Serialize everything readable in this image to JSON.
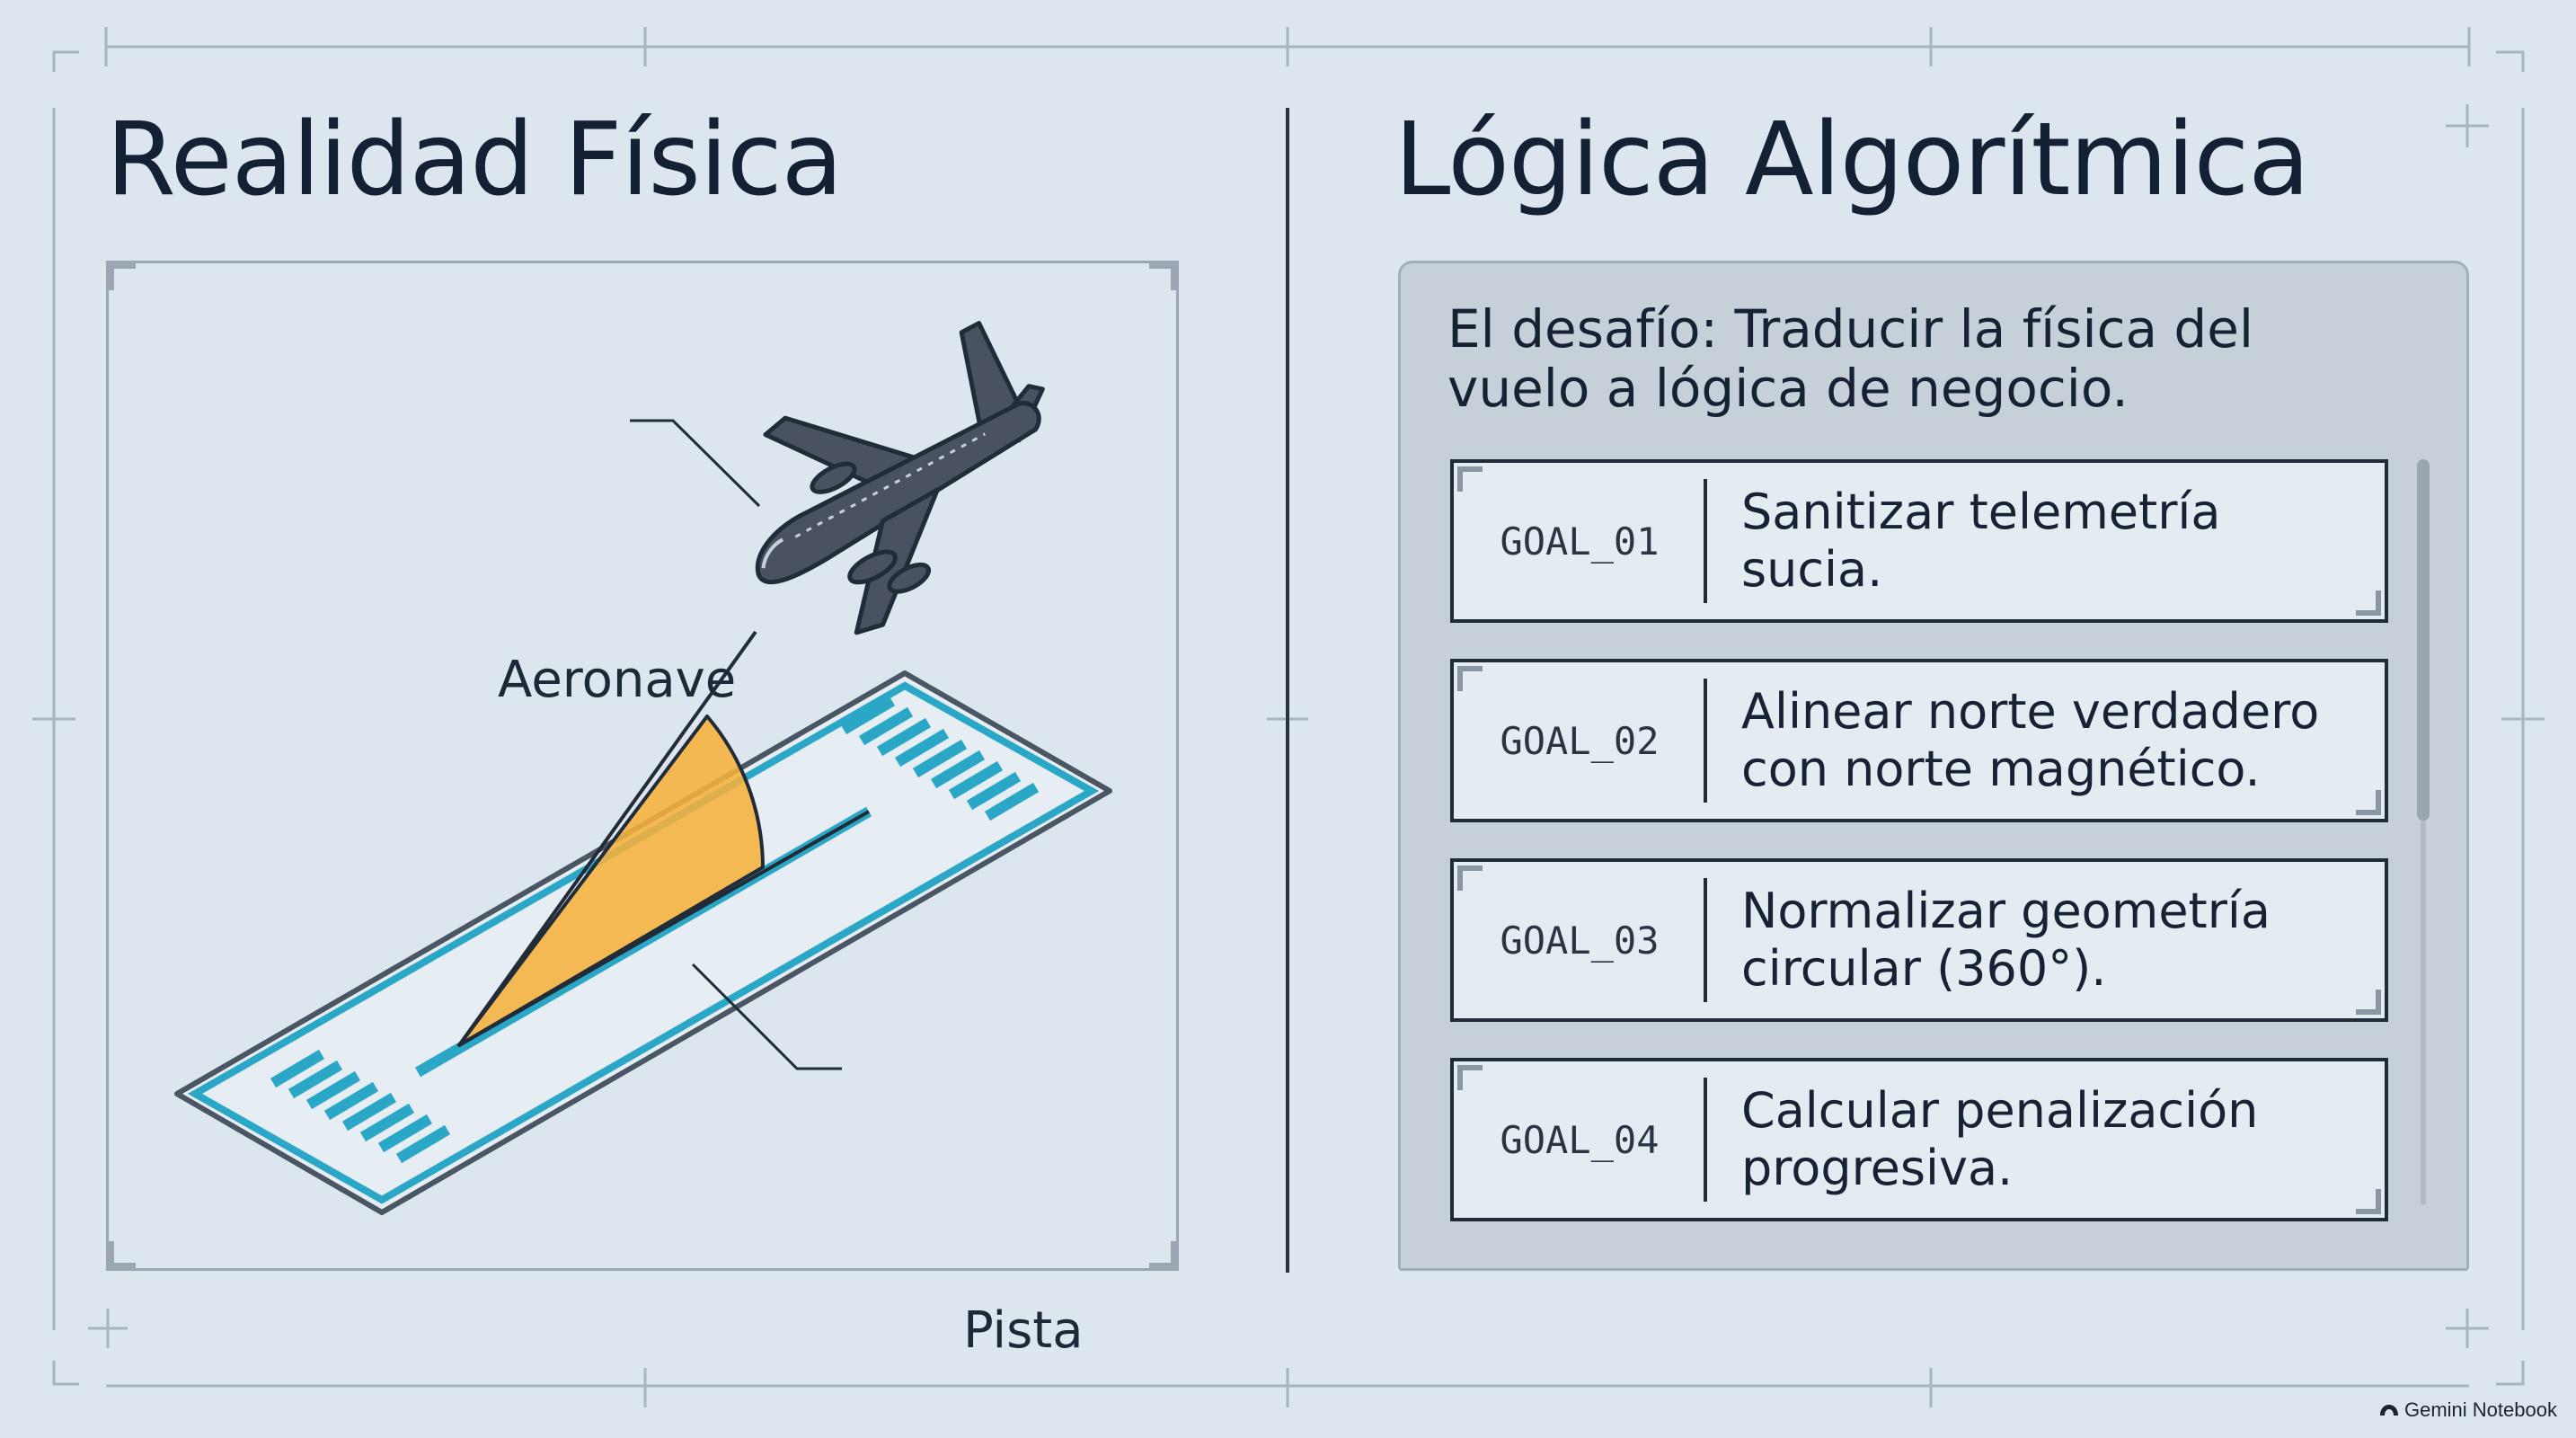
{
  "left": {
    "title": "Realidad Física",
    "labels": {
      "aircraft": "Aeronave",
      "runway": "Pista"
    }
  },
  "right": {
    "title": "Lógica Algorítmica",
    "challenge": "El desafío: Traducir la física del vuelo a lógica de negocio.",
    "goals": [
      {
        "code": "GOAL_01",
        "text": "Sanitizar telemetría sucia."
      },
      {
        "code": "GOAL_02",
        "text": "Alinear norte verdadero con norte magnético."
      },
      {
        "code": "GOAL_03",
        "text": "Normalizar geometría circular (360°)."
      },
      {
        "code": "GOAL_04",
        "text": "Calcular penalización progresiva."
      }
    ]
  },
  "watermark": {
    "label": "Gemini Notebook"
  },
  "colors": {
    "background": "#dde6ee",
    "runway_stripe": "#2aa6c6",
    "angle_wedge": "#f6b23c",
    "aircraft": "#4a5160",
    "ink": "#1b2636"
  }
}
